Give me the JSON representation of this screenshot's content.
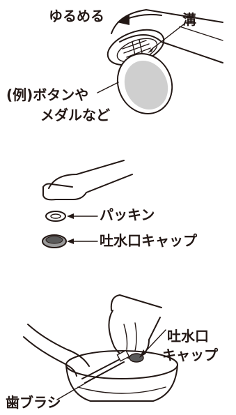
{
  "figure1": {
    "loosen": "ゆるめる",
    "groove": "溝",
    "example_line1": "(例)ボタンや",
    "example_line2": "メダルなど"
  },
  "figure2": {
    "packing": "パッキン",
    "spout_cap": "吐水口キャップ"
  },
  "figure3": {
    "spout_cap_line1": "吐水口",
    "spout_cap_line2": "キャップ",
    "toothbrush": "歯ブラシ"
  }
}
